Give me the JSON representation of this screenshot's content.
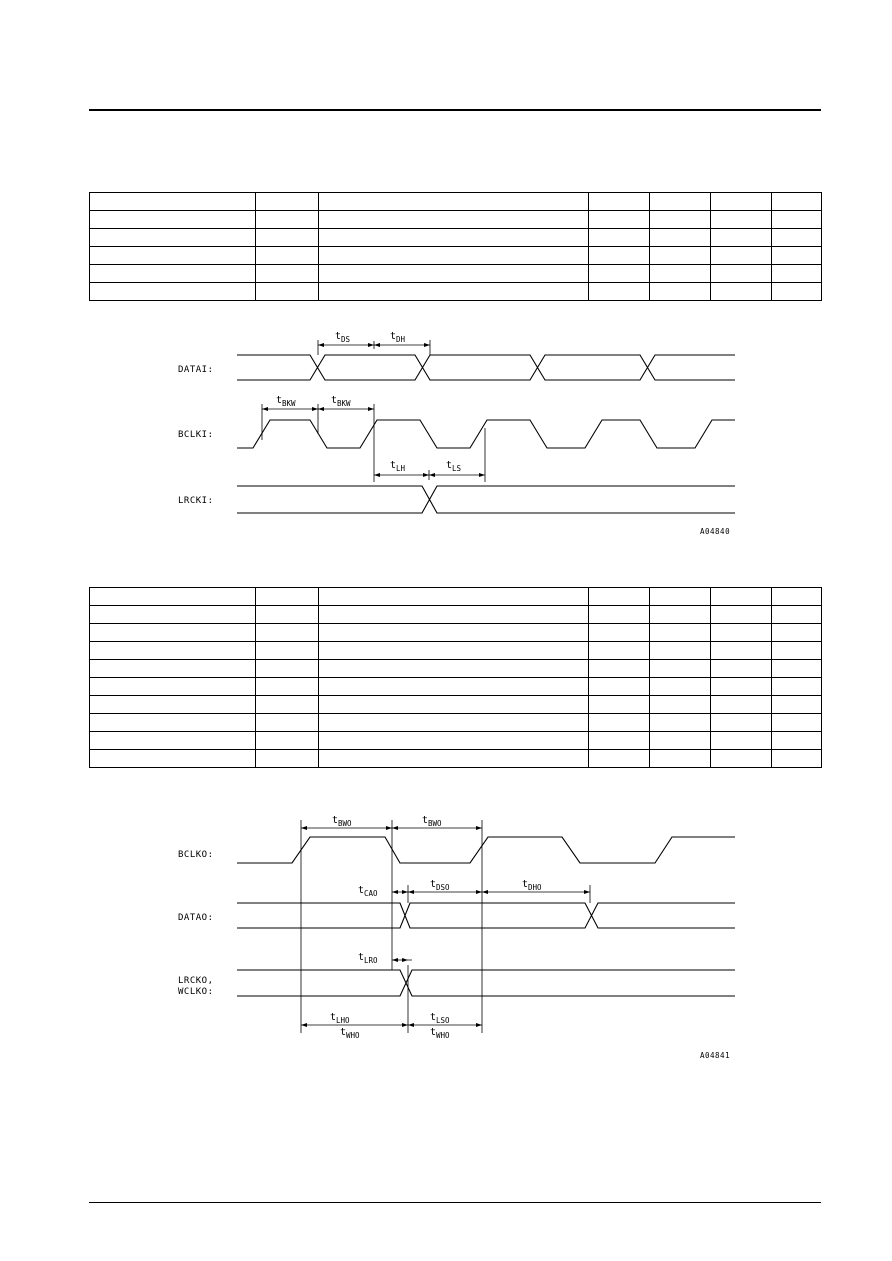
{
  "table1": {
    "rows": 6,
    "cols": 7
  },
  "table2": {
    "rows": 10,
    "cols": 7
  },
  "diagram1": {
    "signals": [
      "DATAI:",
      "BCLKI:",
      "LRCKI:"
    ],
    "timing_labels": [
      {
        "t": "t",
        "sub": "DS"
      },
      {
        "t": "t",
        "sub": "DH"
      },
      {
        "t": "t",
        "sub": "BKW"
      },
      {
        "t": "t",
        "sub": "BKW"
      },
      {
        "t": "t",
        "sub": "LH"
      },
      {
        "t": "t",
        "sub": "LS"
      }
    ],
    "figure_id": "A04840"
  },
  "diagram2": {
    "signals": [
      "BCLKO:",
      "DATAO:",
      "LRCKO,",
      "WCLKO:"
    ],
    "timing_labels": [
      {
        "t": "t",
        "sub": "BWO"
      },
      {
        "t": "t",
        "sub": "BWO"
      },
      {
        "t": "t",
        "sub": "CAO"
      },
      {
        "t": "t",
        "sub": "DSO"
      },
      {
        "t": "t",
        "sub": "DHO"
      },
      {
        "t": "t",
        "sub": "LRO"
      },
      {
        "t": "t",
        "sub": "LHO"
      },
      {
        "t": "t",
        "sub": "LSO"
      },
      {
        "t": "t",
        "sub": "WHO"
      },
      {
        "t": "t",
        "sub": "WHO"
      }
    ],
    "figure_id": "A04841"
  }
}
